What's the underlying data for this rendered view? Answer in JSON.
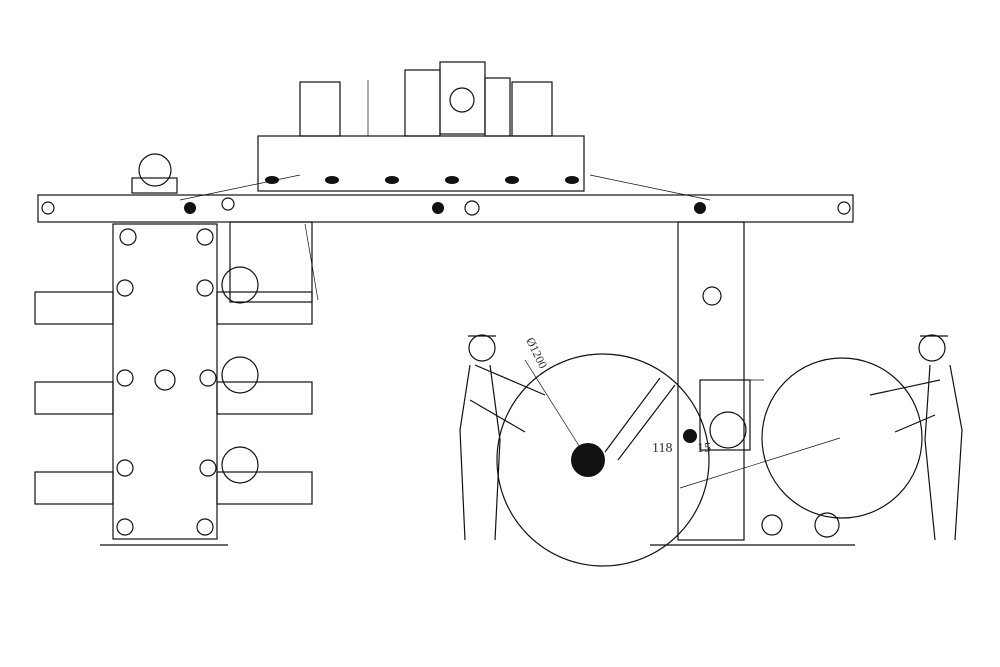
{
  "drawing": {
    "roll_diameter_label": "Ø1200",
    "dimension_left": "118",
    "dimension_right": "15"
  },
  "colors": {
    "line": "#111111",
    "background": "#ffffff"
  }
}
